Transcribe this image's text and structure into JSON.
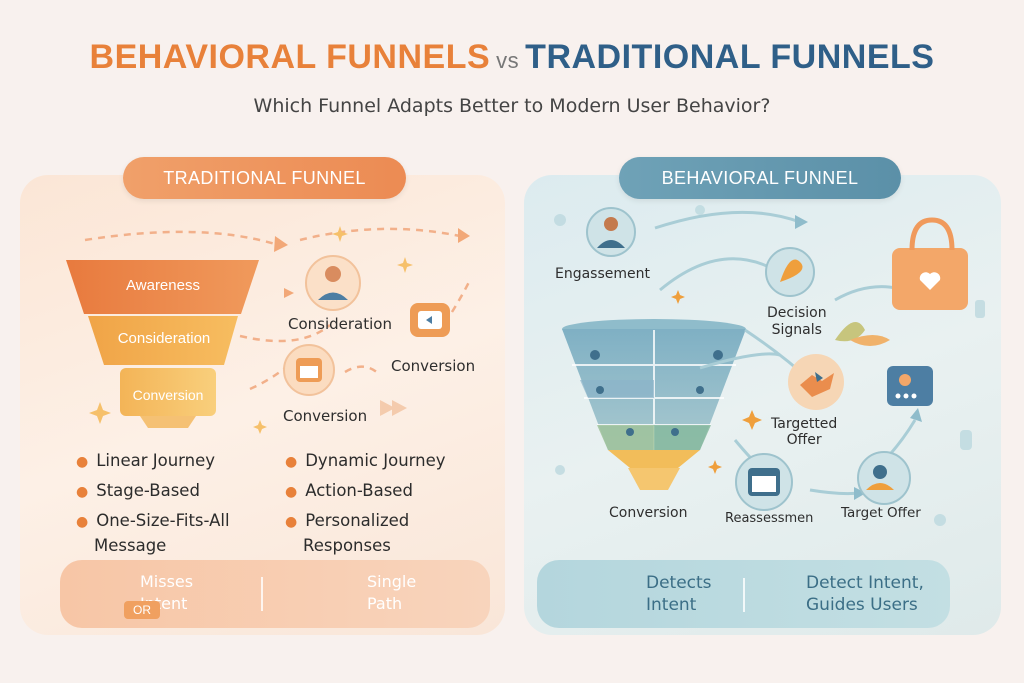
{
  "title": {
    "part1": "BEHAVIORAL FUNNELS",
    "vs": "vs",
    "part2": "TRADITIONAL FUNNELS"
  },
  "subtitle": "Which Funnel Adapts Better to Modern User Behavior?",
  "colors": {
    "orange": "#e8813a",
    "blue": "#2f5f88",
    "teal": "#5b90a8",
    "left_panel": "#fbe6d6",
    "right_panel": "#dcebef"
  },
  "traditional": {
    "header": "TRADITIONAL FUNNEL",
    "funnel_stages": [
      "Awareness",
      "Consideration",
      "Conversion"
    ],
    "side_labels": {
      "consideration": "Consideration",
      "conversion_right": "Conversion",
      "conversion_lower": "Conversion"
    },
    "bullets_left": [
      "Linear Journey",
      "Stage-Based",
      "One-Size-Fits-All",
      "Message"
    ],
    "bullets_right": [
      "Dynamic Journey",
      "Action-Based",
      "Personalized",
      "Responses"
    ],
    "footer": {
      "item1_line1": "Misses",
      "item1_line2": "Intent",
      "item1_tag": "OR",
      "item2_line1": "Single",
      "item2_line2": "Path"
    }
  },
  "behavioral": {
    "header": "BEHAVIORAL FUNNEL",
    "labels": {
      "engagement": "Engassement",
      "decision1": "Decision",
      "decision2": "Signals",
      "targeted1": "Targetted",
      "targeted2": "Offer",
      "conversion": "Conversion",
      "reassess": "Reassessmen",
      "target_offer": "Target Offer"
    },
    "footer": {
      "item1_line1": "Detects",
      "item1_line2": "Intent",
      "item2_line1": "Detect Intent,",
      "item2_line2": "Guides Users"
    }
  },
  "icons": [
    "person-avatar-icon",
    "calendar-icon",
    "chat-bubble-icon",
    "shopping-bag-icon",
    "gear-icon",
    "network-icon",
    "star-icon",
    "close-icon",
    "sneaker-icon",
    "handshake-icon",
    "leaf-icon",
    "rocket-icon"
  ]
}
